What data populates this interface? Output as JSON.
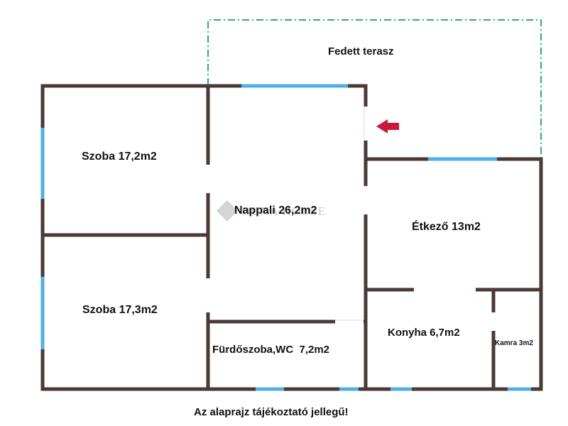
{
  "rooms": {
    "terrace": "Fedett terasz",
    "room1": "Szoba 17,2m2",
    "room2": "Szoba 17,3m2",
    "living": "Nappali 26,2m2",
    "dining": "Étkező 13m2",
    "bathroom": "Fürdőszoba,WC  7,2m2",
    "kitchen": "Konyha 6,7m2",
    "pantry": "Kamra 3m2"
  },
  "note": "Az alaprajz tájékoztató jellegű!",
  "watermark": "DUNA HOUSE",
  "colors": {
    "wall": "#4a3a36",
    "window": "#4fb0e6",
    "terrace_outline": "#2aa889",
    "entrance_arrow": "#c8193c",
    "door_opening": "#ffffff"
  }
}
